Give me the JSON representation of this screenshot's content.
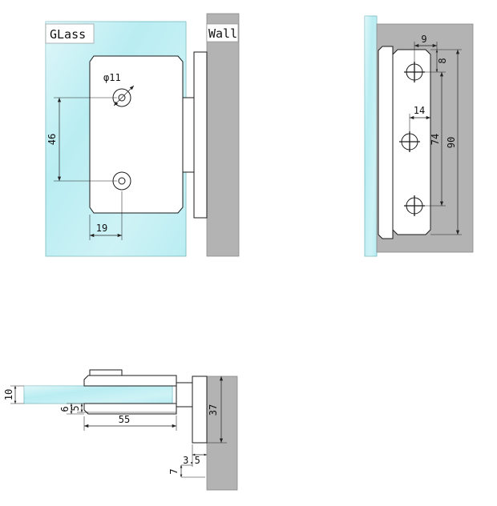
{
  "labels": {
    "glass": "GLass",
    "wall": "Wall"
  },
  "front_view": {
    "hole_diameter": "φ11",
    "screw_spacing": "46",
    "edge_to_screw": "19"
  },
  "side_view": {
    "screw_to_edge": "9",
    "top_margin": "8",
    "mid_offset": "14",
    "screw_span": "74",
    "plate_height": "90"
  },
  "plan_view": {
    "glass_thickness": "10",
    "clamp_outer": "6",
    "clamp_inner": "5",
    "clamp_length": "55",
    "wall_return": "37",
    "plate_gap": "3.5",
    "edge_offset": "7"
  },
  "colors": {
    "glass": "#b9edf2",
    "wall": "#b3b3b3"
  }
}
